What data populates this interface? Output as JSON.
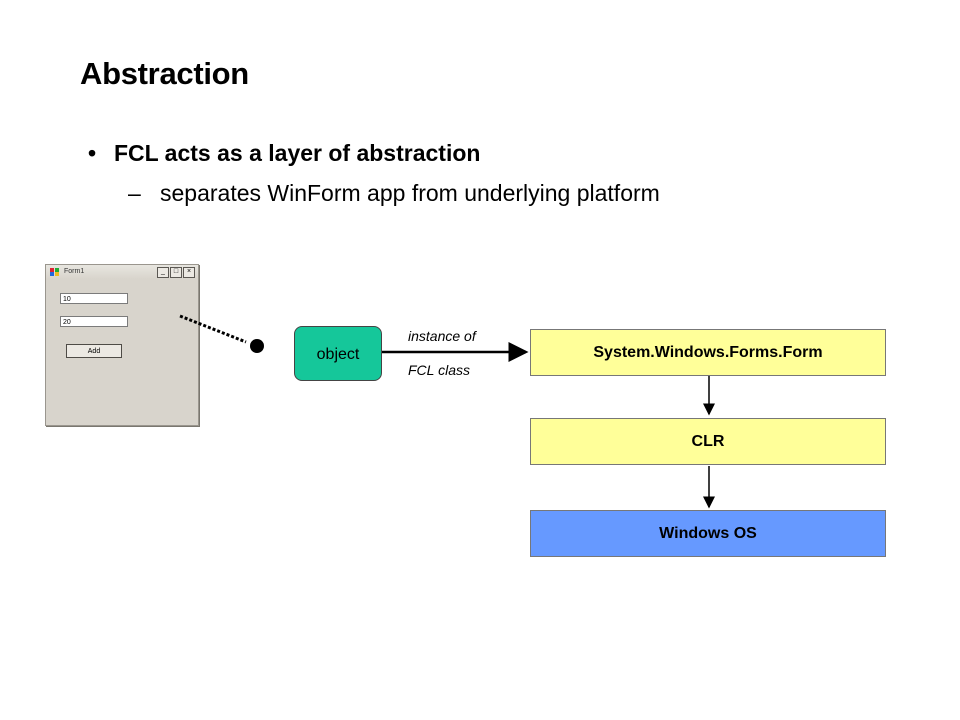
{
  "slide": {
    "title": "Abstraction",
    "bullet": "FCL acts as a layer of abstraction",
    "subbullet": "separates WinForm app from underlying platform",
    "bullet_marker": "•",
    "sub_marker": "–"
  },
  "form_window": {
    "title": "Form1",
    "field1_value": "10",
    "field2_value": "20",
    "button_label": "Add",
    "ctrl_min": "_",
    "ctrl_max": "□",
    "ctrl_close": "×"
  },
  "diagram": {
    "object_label": "object",
    "edge_label_top": "instance of",
    "edge_label_bottom": "FCL class",
    "form_class": "System.Windows.Forms.Form",
    "clr": "CLR",
    "os": "Windows OS",
    "colors": {
      "object": "#15c79a",
      "form_class": "#ffff99",
      "clr": "#ffff99",
      "os": "#6699ff"
    }
  }
}
